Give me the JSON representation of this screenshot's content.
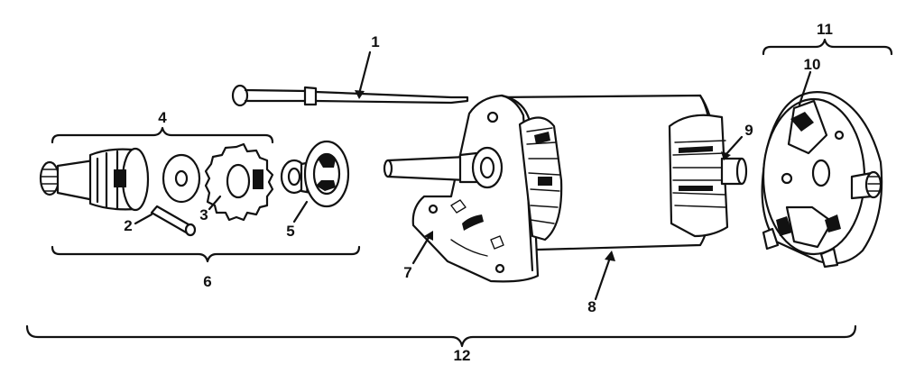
{
  "diagram": {
    "callouts": {
      "c1": "1",
      "c2": "2",
      "c3": "3",
      "c4": "4",
      "c5": "5",
      "c6": "6",
      "c7": "7",
      "c8": "8",
      "c9": "9",
      "c10": "10",
      "c11": "11",
      "c12": "12"
    },
    "ink_color": "#111111",
    "background_color": "#ffffff"
  }
}
